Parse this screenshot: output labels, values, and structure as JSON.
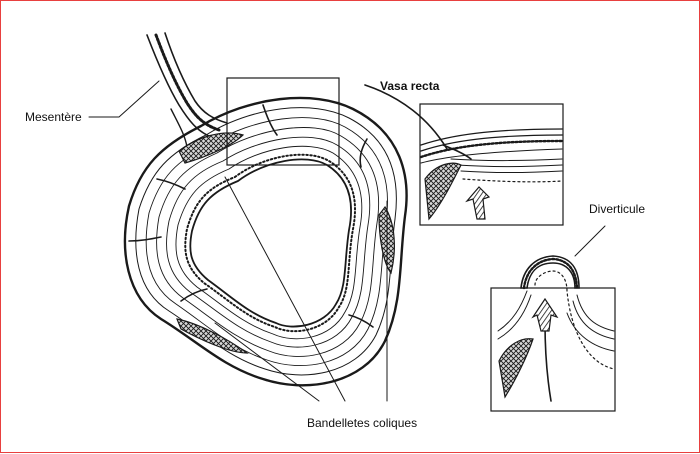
{
  "labels": {
    "mesentere": "Mesentère",
    "vasa_recta": "Vasa recta",
    "diverticule": "Diverticule",
    "bandelettes": "Bandelletes coliques"
  },
  "colors": {
    "frame_border": "#e8403f",
    "ink": "#1a1a1a"
  }
}
